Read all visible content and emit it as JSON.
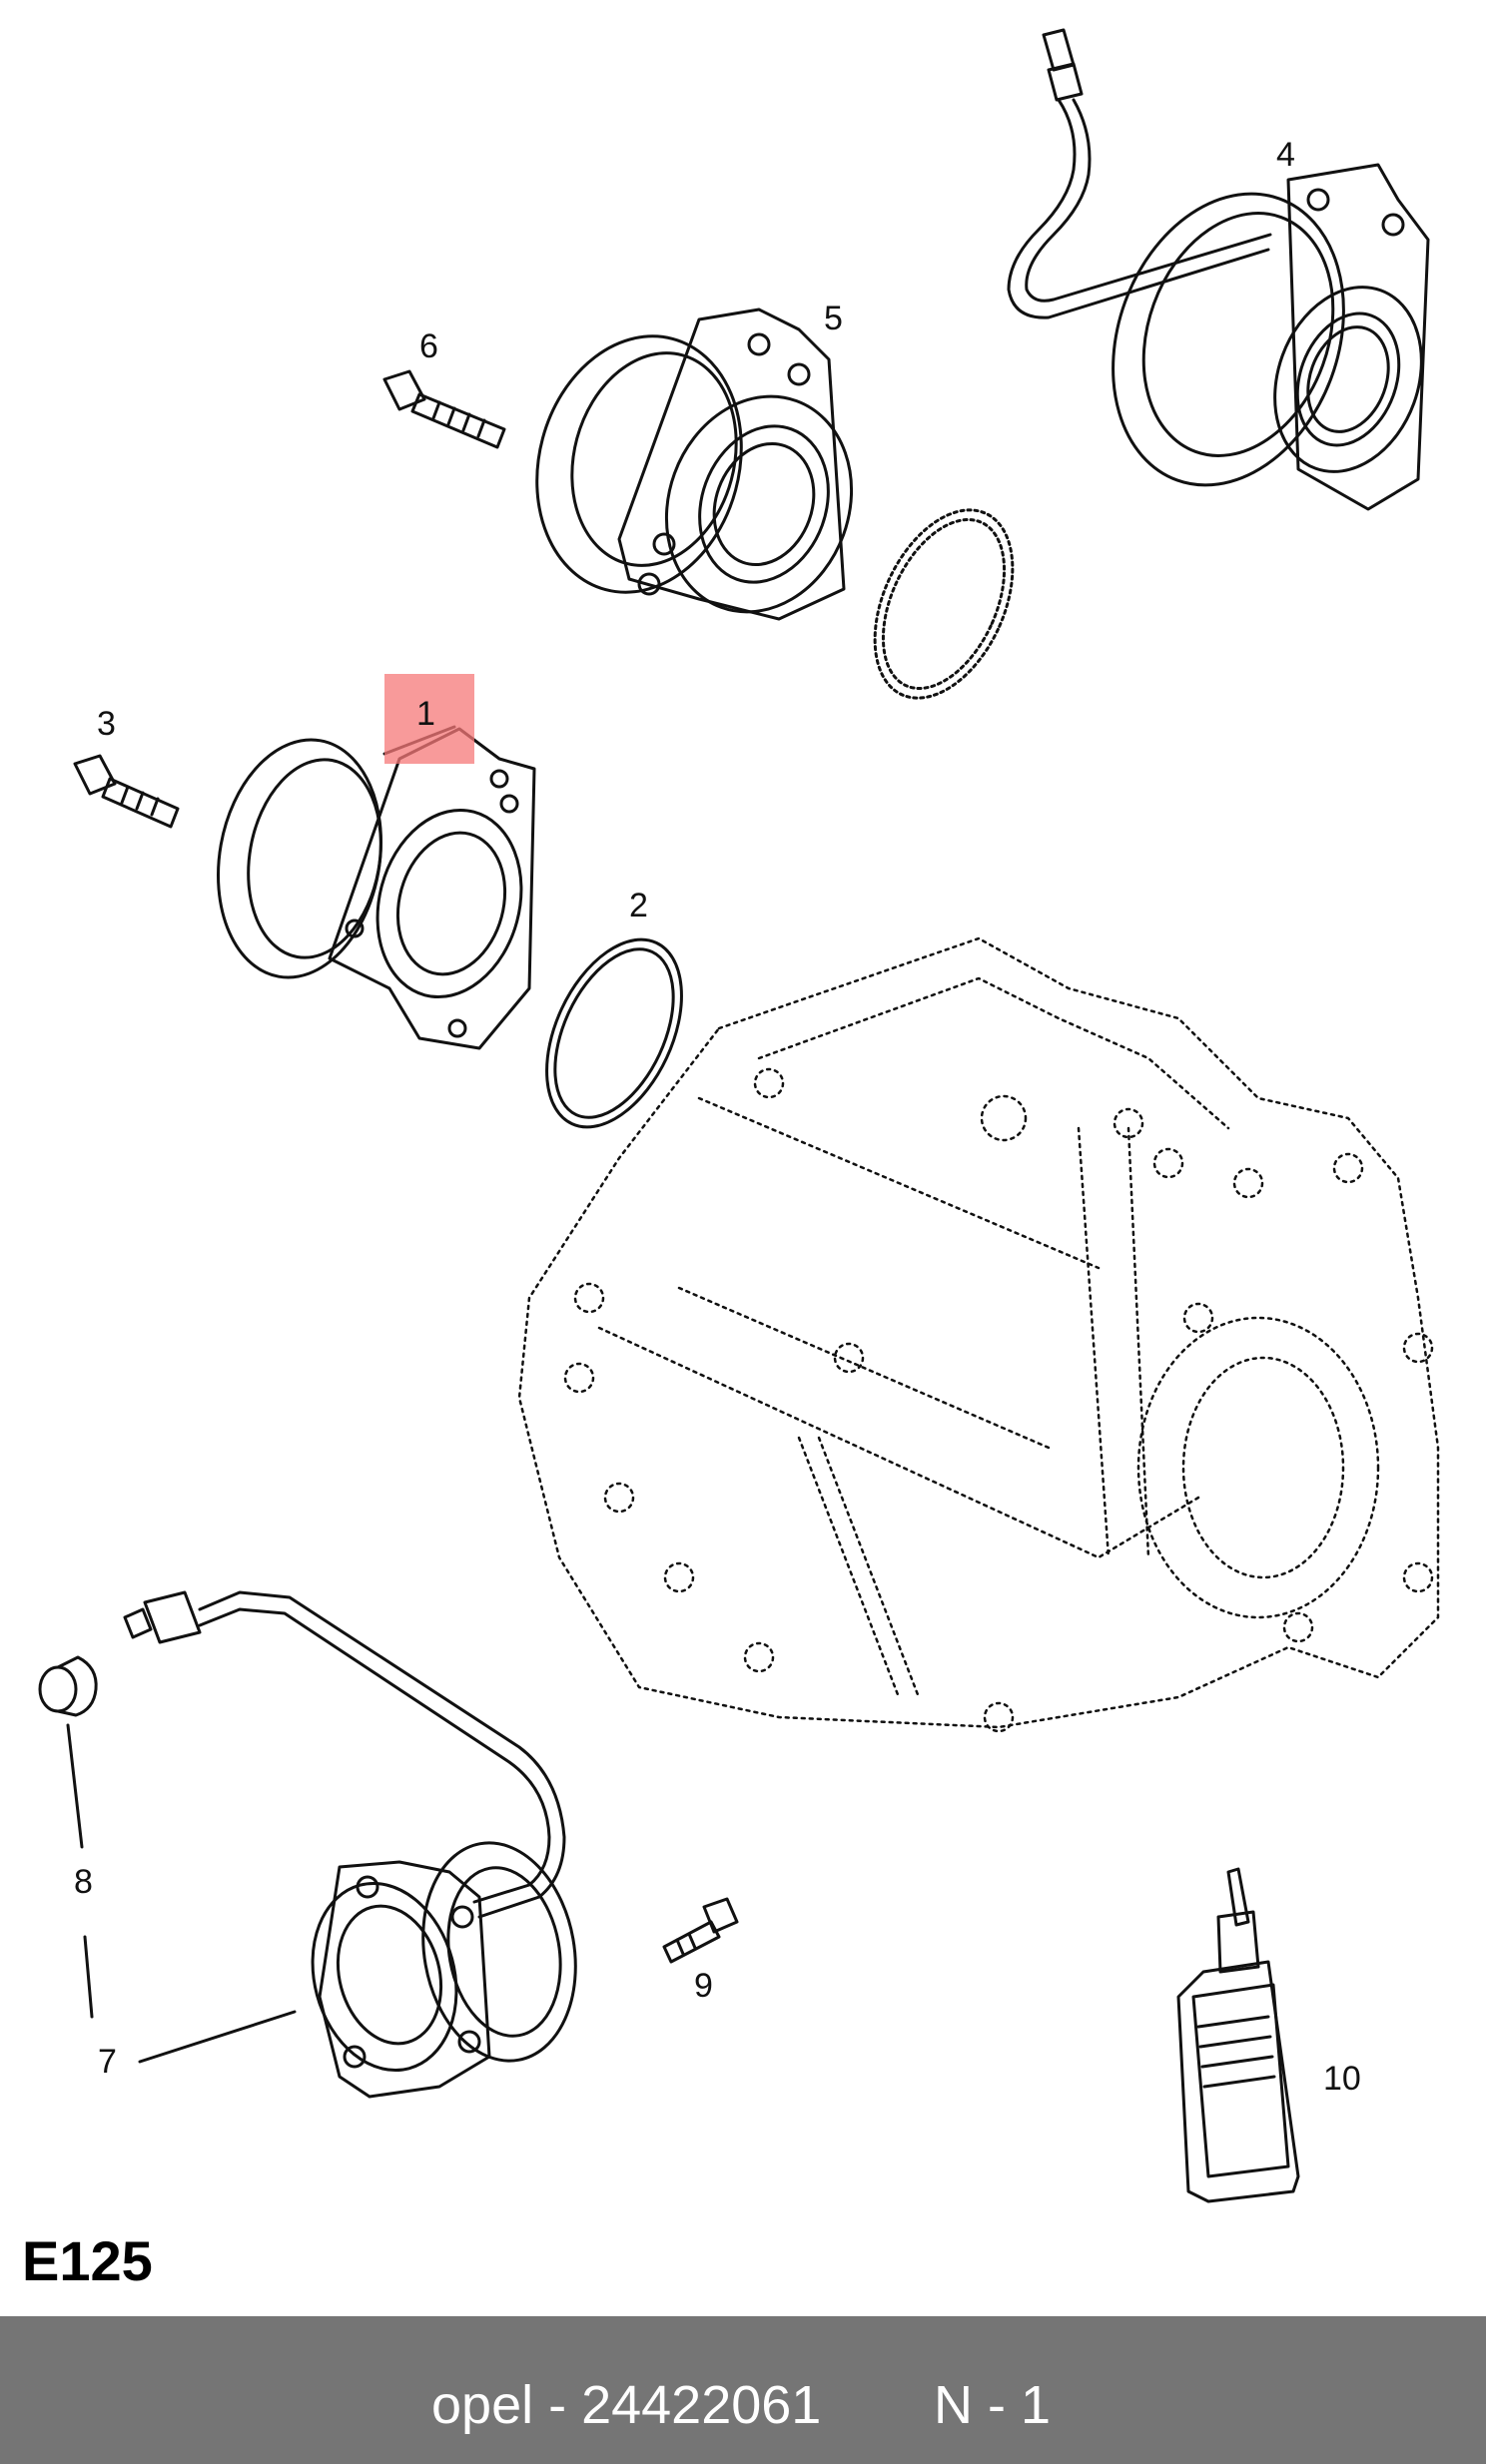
{
  "diagram": {
    "callouts": [
      "1",
      "2",
      "3",
      "4",
      "5",
      "6",
      "7",
      "8",
      "9",
      "10"
    ],
    "highlighted_callout": "1",
    "diagram_code": "E125"
  },
  "footer": {
    "part_text": "opel - 24422061",
    "qty_text": "N - 1",
    "background": "#757575"
  },
  "colors": {
    "highlight": "#f47878",
    "line": "#111111"
  }
}
